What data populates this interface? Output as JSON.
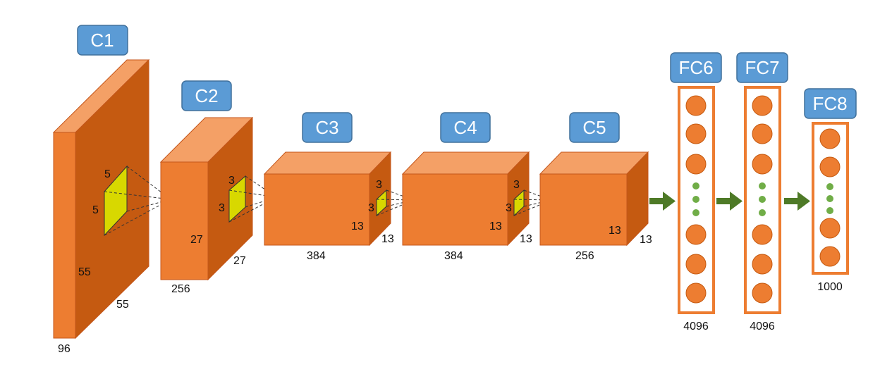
{
  "colors": {
    "box_front": "#ED7D31",
    "box_top": "#F4A066",
    "box_side": "#C55A11",
    "box_edge": "#C4561B",
    "kernel_fill": "#D8D800",
    "tag_fill": "#5B9BD5",
    "tag_stroke": "#41719C",
    "fc_border": "#ED7D31",
    "node_fill": "#ED7D31",
    "dot_fill": "#70AD47",
    "arrow": "#4E7A27"
  },
  "layers": {
    "c1": {
      "label": "C1",
      "dims": [
        "5",
        "5",
        "55",
        "55",
        "96"
      ]
    },
    "c2": {
      "label": "C2",
      "dims": [
        "3",
        "3",
        "27",
        "27",
        "256"
      ]
    },
    "c3": {
      "label": "C3",
      "dims": [
        "3",
        "3",
        "13",
        "13",
        "384"
      ]
    },
    "c4": {
      "label": "C4",
      "dims": [
        "3",
        "3",
        "13",
        "13",
        "384"
      ]
    },
    "c5": {
      "label": "C5",
      "dims": [
        "13",
        "13",
        "256"
      ]
    },
    "fc6": {
      "label": "FC6",
      "size": "4096"
    },
    "fc7": {
      "label": "FC7",
      "size": "4096"
    },
    "fc8": {
      "label": "FC8",
      "size": "1000"
    }
  }
}
